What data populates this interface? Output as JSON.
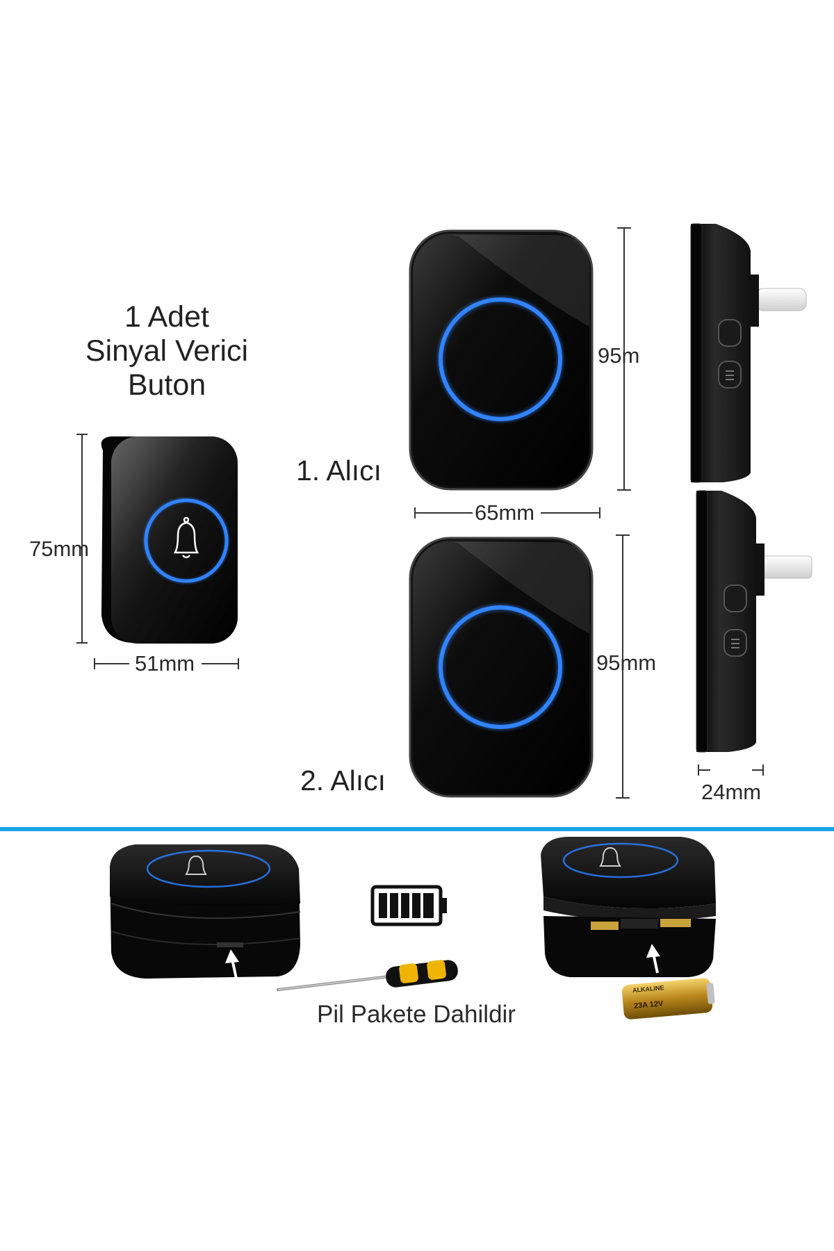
{
  "title": {
    "line1": "1 Adet",
    "line2": "Sinyal Verici",
    "line3": "Buton"
  },
  "transmitter": {
    "height_label": "75mm",
    "width_label": "51mm",
    "icon": "bell-icon"
  },
  "receiver1": {
    "label": "1. Alıcı",
    "height_label": "95m",
    "width_label": "65mm"
  },
  "receiver2": {
    "label": "2. Alıcı",
    "height_label": "95mm"
  },
  "side_view": {
    "depth_label": "24mm"
  },
  "battery_section": {
    "caption": "Pil Pakete Dahildir",
    "battery_icon": "battery-full-icon",
    "tool_icon": "screwdriver-icon",
    "cell_text_1": "ALKALINE",
    "cell_text_2": "23A 12V"
  },
  "colors": {
    "device_body": "#0a0a0a",
    "ring_blue": "#2a7fff",
    "divider_blue": "#1aa3e8"
  }
}
